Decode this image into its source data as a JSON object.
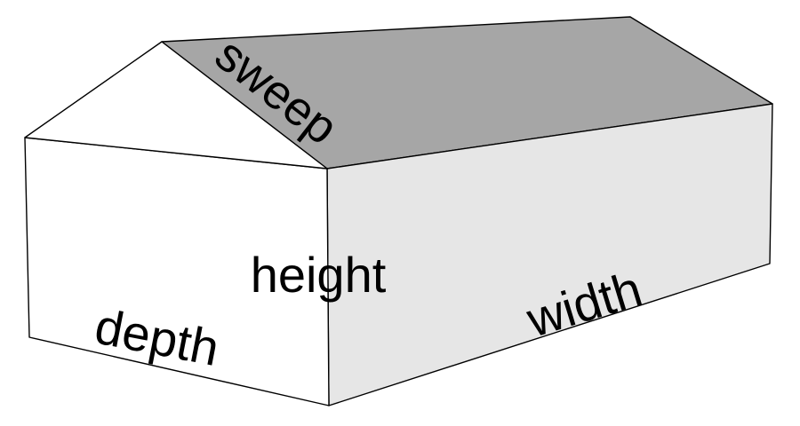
{
  "labels": {
    "sweep": "sweep",
    "height": "height",
    "width": "width",
    "depth": "depth"
  },
  "colors": {
    "roof": "#a6a6a6",
    "side_wall": "#e6e6e6",
    "front_wall": "#ffffff",
    "gable": "#ffffff",
    "outline": "#000000"
  }
}
